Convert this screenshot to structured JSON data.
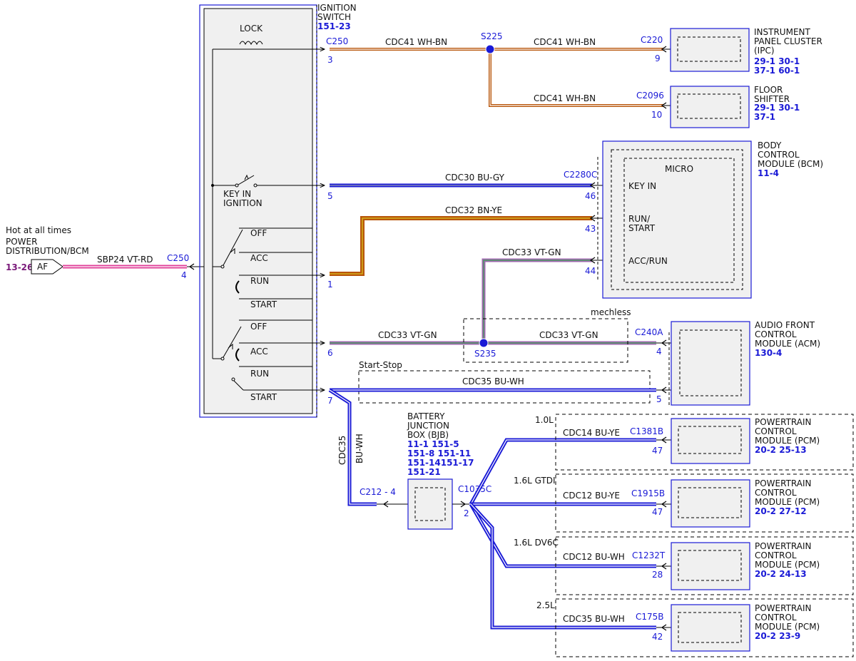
{
  "source": {
    "hot_label": "Hot at all times",
    "power_dist_label": "POWER\nDISTRIBUTION/BCM",
    "ref": "13-26",
    "fuse": "AF"
  },
  "ignition_switch": {
    "title": "IGNITION\nSWITCH",
    "ref": "151-23",
    "lock_label": "LOCK",
    "key_in_label": "KEY IN\nIGNITION",
    "group1": [
      "OFF",
      "ACC",
      "RUN",
      "START"
    ],
    "group2": [
      "OFF",
      "ACC",
      "RUN",
      "START"
    ]
  },
  "wires": {
    "sbp24": "SBP24  VT-RD",
    "cdc41_main": "CDC41  WH-BN",
    "cdc41_ipc": "CDC41  WH-BN",
    "cdc41_shifter": "CDC41  WH-BN",
    "cdc30": "CDC30  BU-GY",
    "cdc32": "CDC32  BN-YE",
    "cdc33_bcm": "CDC33  VT-GN",
    "cdc33_left": "CDC33  VT-GN",
    "cdc33_right": "CDC33  VT-GN",
    "cdc35_acm": "CDC35  BU-WH",
    "cdc35_vert_name": "CDC35",
    "cdc35_vert_color": "BU-WH",
    "cdc14": "CDC14  BU-YE",
    "cdc12_gtdi": "CDC12  BU-YE",
    "cdc12_dv6c": "CDC12  BU-WH",
    "cdc35_25l": "CDC35  BU-WH"
  },
  "connectors": {
    "c250_left": "C250",
    "c250_left_pin": "4",
    "c250": "C250",
    "pin3": "3",
    "pin5": "5",
    "pin1": "1",
    "pin6": "6",
    "pin7": "7",
    "c220": "C220",
    "c220_pin": "9",
    "c2096": "C2096",
    "c2096_pin": "10",
    "c2280c": "C2280C",
    "bcm_pin46": "46",
    "bcm_pin43": "43",
    "bcm_pin44": "44",
    "c240a": "C240A",
    "acm_pin4": "4",
    "acm_pin5": "5",
    "c212": "C212 - 4",
    "c1035c": "C1035C",
    "c1035c_pin": "2",
    "c1381b": "C1381B",
    "c1381b_pin": "47",
    "c1915b": "C1915B",
    "c1915b_pin": "47",
    "c1232t": "C1232T",
    "c1232t_pin": "28",
    "c175b": "C175B",
    "c175b_pin": "42"
  },
  "splices": {
    "s225": "S225",
    "s235": "S235"
  },
  "options": {
    "mechless": "mechless",
    "start_stop": "Start-Stop",
    "opt_10l": "1.0L",
    "opt_16l_gtdi": "1.6L GTDI",
    "opt_16l_dv6c": "1.6L DV6C",
    "opt_25l": "2.5L"
  },
  "modules": {
    "ipc": {
      "name": "INSTRUMENT\nPANEL CLUSTER\n(IPC)",
      "refs": [
        "29-1  30-1",
        "37-1  60-1"
      ]
    },
    "shifter": {
      "name": "FLOOR\nSHIFTER",
      "refs": [
        "29-1  30-1",
        "37-1"
      ]
    },
    "bcm": {
      "name": "BODY\nCONTROL\nMODULE (BCM)",
      "refs": [
        "11-4"
      ],
      "micro": "MICRO",
      "inputs": {
        "key_in": "KEY IN",
        "run_start": "RUN/\nSTART",
        "acc_run": "ACC/RUN"
      }
    },
    "acm": {
      "name": "AUDIO FRONT\nCONTROL\nMODULE (ACM)",
      "refs": [
        "130-4"
      ]
    },
    "bjb": {
      "name": "BATTERY\nJUNCTION\nBOX (BJB)",
      "refs": [
        "11-1   151-5",
        "151-8  151-11",
        "151-14151-17",
        "151-21"
      ]
    },
    "pcm1": {
      "name": "POWERTRAIN\nCONTROL\nMODULE (PCM)",
      "refs": [
        "20-2  25-13"
      ]
    },
    "pcm2": {
      "name": "POWERTRAIN\nCONTROL\nMODULE (PCM)",
      "refs": [
        "20-2  27-12"
      ]
    },
    "pcm3": {
      "name": "POWERTRAIN\nCONTROL\nMODULE (PCM)",
      "refs": [
        "20-2  24-13"
      ]
    },
    "pcm4": {
      "name": "POWERTRAIN\nCONTROL\nMODULE (PCM)",
      "refs": [
        "20-2  23-9"
      ]
    }
  },
  "colors": {
    "blue": "#1a1ad6",
    "brown": "#b8550a",
    "pink": "#e0409a",
    "violet": "#a06ab0",
    "module_fill": "#f0f0f0",
    "purple": "#7a1a7a"
  }
}
